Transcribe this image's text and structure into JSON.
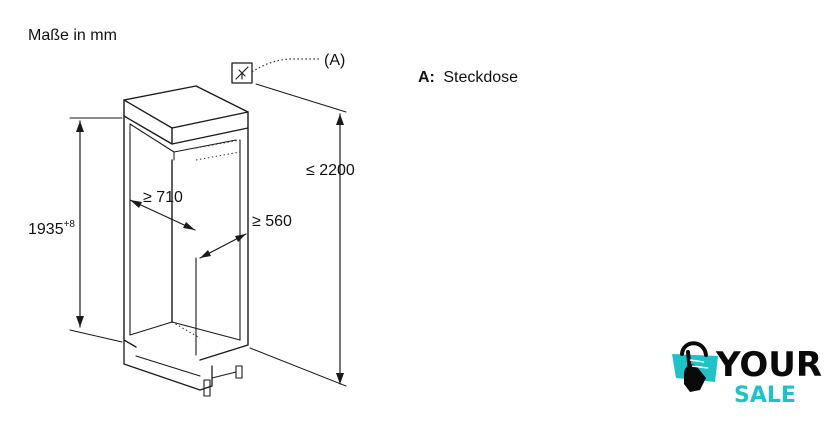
{
  "units_label": "Maße in mm",
  "callout": {
    "marker": "(A)"
  },
  "legend": {
    "key": "A:",
    "text": "Steckdose"
  },
  "dimensions": {
    "niche_height": "1935",
    "niche_height_tolerance": "+8",
    "max_height": "≤ 2200",
    "width": "≥ 710",
    "depth": "≥ 560"
  },
  "brand": {
    "line1": "YOUR",
    "line2": "SALE",
    "accent": "#1cc3c9",
    "dark": "#0a0a0a"
  }
}
